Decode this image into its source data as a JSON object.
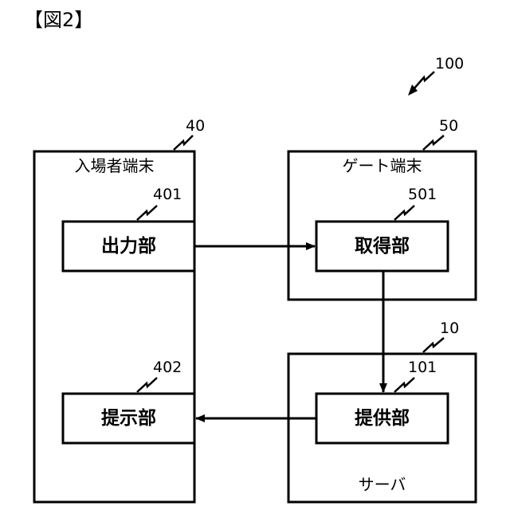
{
  "figure": {
    "title": "【図2】",
    "system_ref": "100"
  },
  "terminal": {
    "ref": "40",
    "label": "入場者端末",
    "output_unit": {
      "ref": "401",
      "label": "出力部"
    },
    "presentation_unit": {
      "ref": "402",
      "label": "提示部"
    }
  },
  "gate": {
    "ref": "50",
    "label": "ゲート端末",
    "acquisition_unit": {
      "ref": "501",
      "label": "取得部"
    }
  },
  "server": {
    "ref": "10",
    "label": "サーバ",
    "provision_unit": {
      "ref": "101",
      "label": "提供部"
    }
  }
}
